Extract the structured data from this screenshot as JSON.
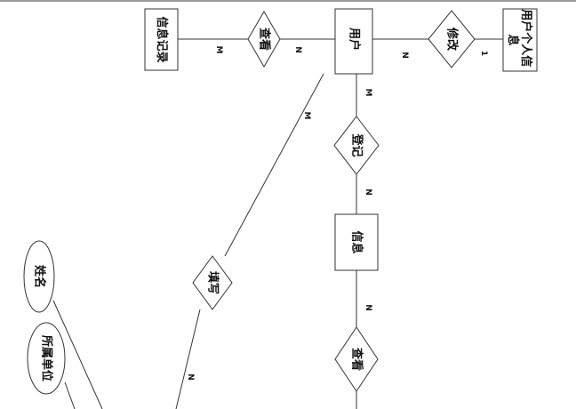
{
  "diagram": {
    "top_border_color": "#9a9a9a",
    "stroke_color": "#333333",
    "entities": {
      "info_record": "信息记录",
      "user": "用户",
      "user_personal_info": "用户个人信息",
      "info": "信息"
    },
    "relationships": {
      "view_record": "查看",
      "modify": "修改",
      "register": "登记",
      "fill_in": "填写",
      "view_info": "查看"
    },
    "attributes": {
      "name": "姓名",
      "affiliation": "所属单位"
    },
    "cardinalities": {
      "record_side": "M",
      "user_view_side": "N",
      "user_modify_side": "N",
      "personal_info_side": "1",
      "user_register_side": "M",
      "info_register_side": "N",
      "user_fill_side": "M",
      "info_view_side": "N",
      "fill_bottom_side": "N"
    }
  }
}
